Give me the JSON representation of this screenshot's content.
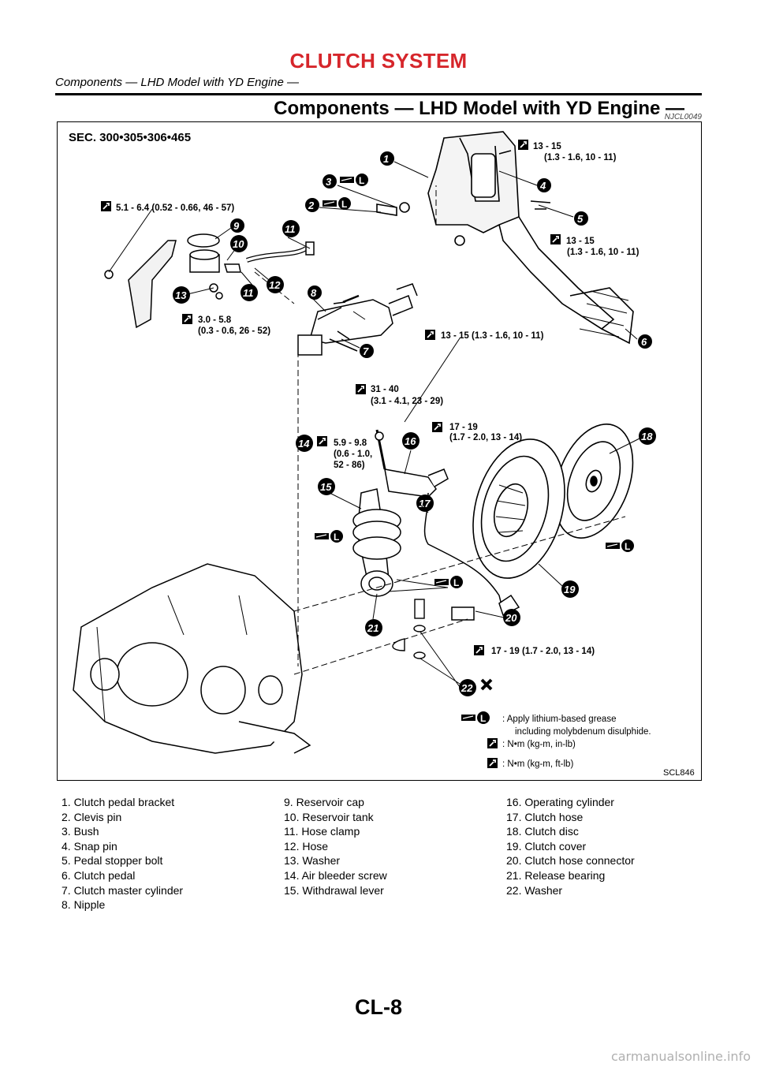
{
  "header": {
    "title": "CLUTCH SYSTEM",
    "subtitle": "Components — LHD Model with YD Engine —",
    "title_color": "#d6262b"
  },
  "section": {
    "title": "Components — LHD Model with YD Engine —",
    "code": "NJCL0049"
  },
  "figure": {
    "sec": "SEC. 300•305•306•465",
    "id": "SCL846",
    "torques": [
      {
        "lines": [
          "13 - 15",
          "(1.3 - 1.6,  10 - 11)"
        ]
      },
      {
        "lines": [
          "5.1 - 6.4 (0.52 - 0.66, 46 - 57)"
        ]
      },
      {
        "lines": [
          "13 - 15",
          "(1.3 - 1.6, 10 - 11)"
        ]
      },
      {
        "lines": [
          "3.0 - 5.8",
          "(0.3 - 0.6, 26 - 52)"
        ]
      },
      {
        "lines": [
          "13 - 15 (1.3 - 1.6, 10 - 11)"
        ]
      },
      {
        "lines": [
          "31 - 40",
          "(3.1 - 4.1, 23 - 29)"
        ]
      },
      {
        "lines": [
          "17 - 19",
          "(1.7 - 2.0, 13 - 14)"
        ]
      },
      {
        "lines": [
          "5.9 - 9.8",
          "(0.6 - 1.0,",
          "52 - 86)"
        ]
      },
      {
        "lines": [
          "17 - 19 (1.7 - 2.0, 13 - 14)"
        ]
      }
    ],
    "legend": {
      "grease": ": Apply lithium-based grease",
      "grease2": "including molybdenum disulphide.",
      "nm_inlb": ": N•m (kg-m, in-lb)",
      "nm_ftlb": ": N•m (kg-m, ft-lb)"
    },
    "callouts": [
      "1",
      "2",
      "3",
      "4",
      "5",
      "6",
      "7",
      "8",
      "9",
      "10",
      "11",
      "12",
      "13",
      "14",
      "15",
      "16",
      "17",
      "18",
      "19",
      "20",
      "21",
      "22"
    ]
  },
  "parts": {
    "col1": [
      "1. Clutch pedal bracket",
      "2. Clevis pin",
      "3. Bush",
      "4. Snap pin",
      "5. Pedal stopper bolt",
      "6. Clutch pedal",
      "7. Clutch master cylinder",
      "8. Nipple"
    ],
    "col2": [
      "9. Reservoir cap",
      "10. Reservoir tank",
      "11. Hose clamp",
      "12. Hose",
      "13. Washer",
      "14. Air bleeder screw",
      "15. Withdrawal lever"
    ],
    "col3": [
      "16. Operating cylinder",
      "17. Clutch hose",
      "18. Clutch disc",
      "19. Clutch cover",
      "20. Clutch hose connector",
      "21. Release bearing",
      "22. Washer"
    ]
  },
  "footer": {
    "page": "CL-8",
    "watermark": "carmanualsonline.info"
  }
}
